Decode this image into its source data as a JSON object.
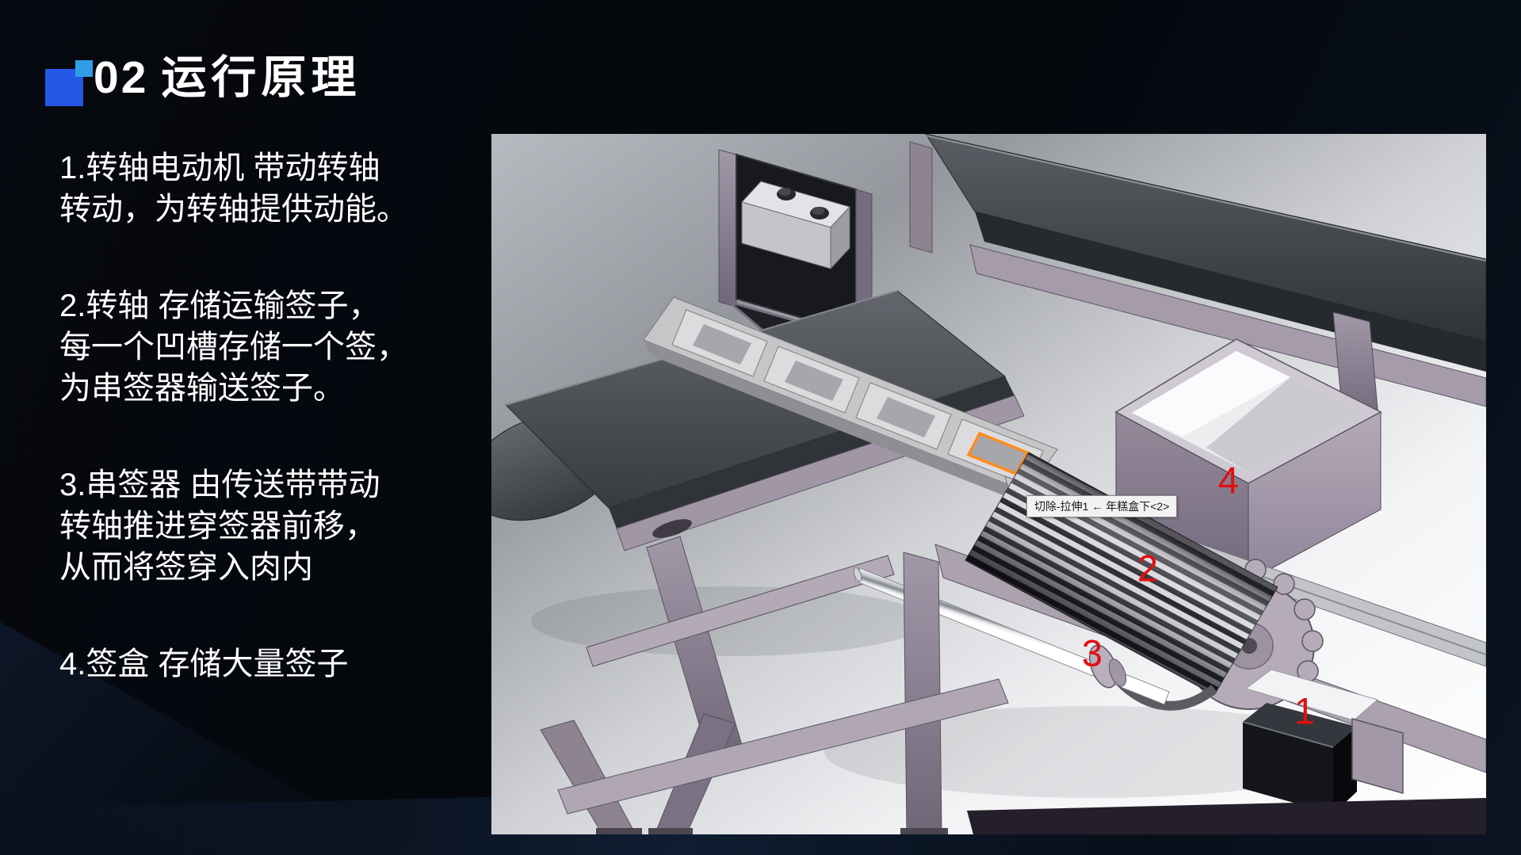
{
  "slide": {
    "title": {
      "number": "02",
      "text": "运行原理"
    },
    "paragraphs": [
      [
        "1.转轴电动机 带动转轴",
        "转动，为转轴提供动能。"
      ],
      [
        "2.转轴 存储运输签子，",
        "每一个凹槽存储一个签，",
        "为串签器输送签子。"
      ],
      [
        "3.串签器 由传送带带动",
        "转轴推进穿签器前移，",
        "从而将签穿入肉内"
      ],
      [
        "4.签盒 存储大量签子"
      ]
    ]
  },
  "viewport": {
    "tooltip": "切除-拉伸1 ← 年糕盒下<2>",
    "labels": [
      "1",
      "2",
      "3",
      "4"
    ]
  },
  "colors": {
    "accent_blue": "#2457e6",
    "accent_light_blue": "#2f9de4",
    "callout_red": "#e01010",
    "highlight_orange": "#ff8c1a",
    "machine_taupe": "#9b91a0"
  }
}
